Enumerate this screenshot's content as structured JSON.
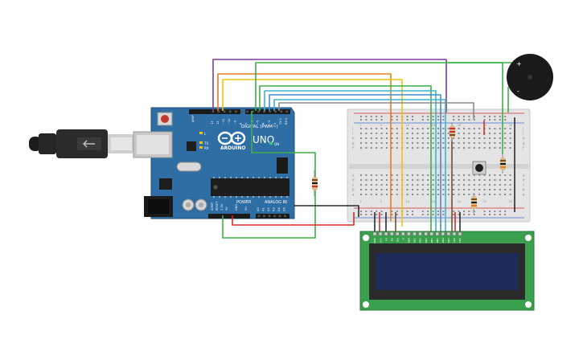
{
  "arduino": {
    "brand": "ARDUINO",
    "model": "UNO",
    "digital_label": "DIGITAL (PWM~)",
    "power_label": "POWER",
    "analog_label": "ANALOG IN",
    "on_label": "ON",
    "tx_label": "TX",
    "rx_label": "RX",
    "l_label": "L",
    "aref_label": "AREF",
    "gnd_label": "GND",
    "reset_label": "RESET",
    "ioref_label": "IOREF",
    "v33_label": "3.3V",
    "v5_label": "5V",
    "vin_label": "Vin",
    "digital_pins": [
      "13",
      "12",
      "~11",
      "~10",
      "~9",
      "8",
      "7",
      "~6",
      "~5",
      "4",
      "~3",
      "2",
      "TX 1",
      "RX 0"
    ],
    "analog_pins": [
      "A0",
      "A1",
      "A2",
      "A3",
      "A4",
      "A5"
    ]
  },
  "breadboard": {
    "row_letters_top": [
      "j",
      "i",
      "h",
      "g",
      "f"
    ],
    "row_letters_bottom": [
      "e",
      "d",
      "c",
      "b",
      "a"
    ],
    "column_numbers": [
      "1",
      "5",
      "10",
      "15",
      "20",
      "25",
      "30"
    ]
  },
  "lcd": {
    "pin_labels": [
      "GND",
      "VCC",
      "V0",
      "RS",
      "RW",
      "E",
      "DB0",
      "DB1",
      "DB2",
      "DB3",
      "DB4",
      "DB5",
      "DB6",
      "DB7",
      "LED",
      "LED"
    ]
  },
  "buzzer": {
    "plus_label": "+",
    "minus_label": "-"
  },
  "colors": {
    "board": "#2e6ea4",
    "breadboard": "#e4e4e4",
    "lcd_pcb": "#3aa04e",
    "lcd_screen": "#1c2b58",
    "wire_purple": "#7d3c98",
    "wire_orange": "#e67e22",
    "wire_yellow": "#f1c40f",
    "wire_green": "#3dae49",
    "wire_blue": "#3f8fd2",
    "wire_teal": "#3fb4c9",
    "wire_gray": "#8c8c8c",
    "wire_red": "#d62c2c",
    "wire_black": "#2b2b2b",
    "wire_brown": "#7a4a26"
  }
}
